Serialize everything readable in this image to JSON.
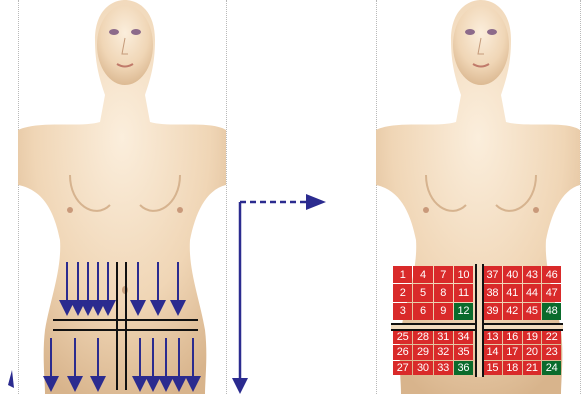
{
  "colors": {
    "skin": "#f2dcc0",
    "skin_shadow": "#d9b893",
    "arrow": "#2b2b8f",
    "cell_red": "#d92a2a",
    "cell_green": "#0a6b2c",
    "grid_line": "#111111"
  },
  "zone_grid": {
    "upper_left": [
      [
        "1",
        "4",
        "7",
        "10"
      ],
      [
        "2",
        "5",
        "8",
        "11"
      ],
      [
        "3",
        "6",
        "9",
        "12"
      ]
    ],
    "upper_right": [
      [
        "37",
        "40",
        "43",
        "46"
      ],
      [
        "38",
        "41",
        "44",
        "47"
      ],
      [
        "39",
        "42",
        "45",
        "48"
      ]
    ],
    "lower_left": [
      [
        "25",
        "28",
        "31",
        "34"
      ],
      [
        "26",
        "29",
        "32",
        "35"
      ],
      [
        "27",
        "30",
        "33",
        "36"
      ]
    ],
    "lower_right": [
      [
        "13",
        "16",
        "19",
        "22"
      ],
      [
        "14",
        "17",
        "20",
        "23"
      ],
      [
        "15",
        "18",
        "21",
        "24"
      ]
    ],
    "green_cells": [
      "12",
      "48",
      "36",
      "24"
    ]
  }
}
